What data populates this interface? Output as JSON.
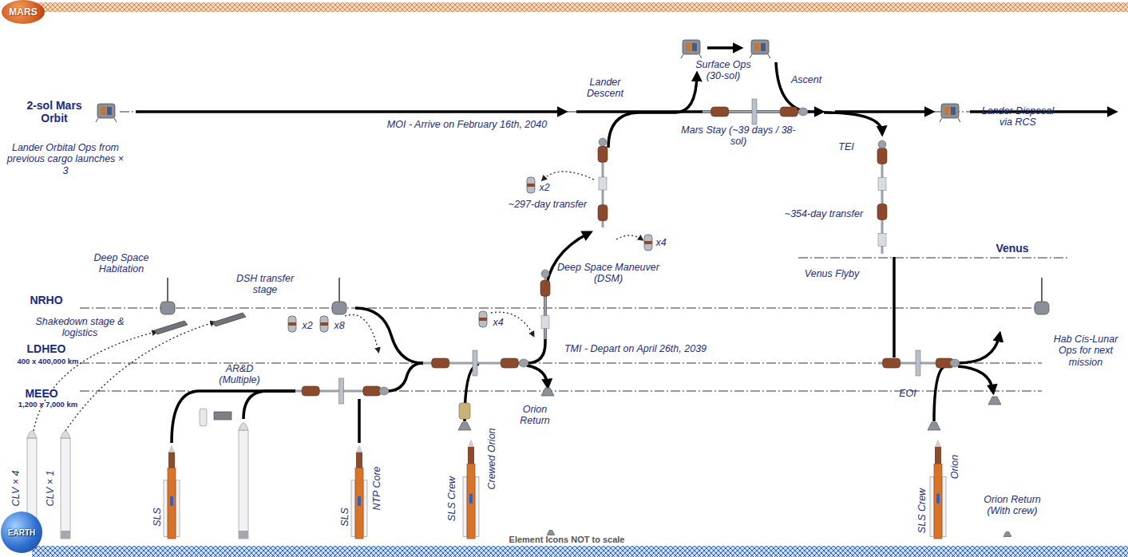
{
  "diagram": {
    "nodes": [
      {
        "text": [
          "MARS"
        ]
      },
      {
        "text": [
          "EARTH"
        ]
      }
    ],
    "labels": [
      "2-sol Mars Orbit",
      "Lander Orbital Ops from previous cargo launches × 3",
      "MOI - Arrive on February 16th, 2040",
      "Lander Descent",
      "Surface Ops (30-sol)",
      "Ascent",
      "Mars Stay (~39 days / 38-sol)",
      "TEI",
      "Lander Disposal via RCS",
      "x2",
      "~297-day transfer",
      "~354-day transfer",
      "Deep Space Maneuver (DSM)",
      "x4",
      "Venus",
      "Venus Flyby",
      "Deep Space Habitation",
      "DSH transfer stage",
      "NRHO",
      "Shakedown stage & logistics",
      "x2",
      "x8",
      "x4",
      "TMI - Depart on April 26th, 2039",
      "LDHEO",
      "400 x 400,000 km",
      "Hab Cis-Lunar Ops for next mission",
      "AR&D (Multiple)",
      "MEEO",
      "1,200 x 7,000 km",
      "EOI",
      "Orion Return",
      "Crewed Orion",
      "SLS Crew",
      "CLV × 4",
      "CLV × 1",
      "SLS",
      "SLS",
      "NTP Core",
      "Orion",
      "SLS Crew",
      "Orion Return (With crew)",
      "Element Icons NOT to scale"
    ]
  }
}
